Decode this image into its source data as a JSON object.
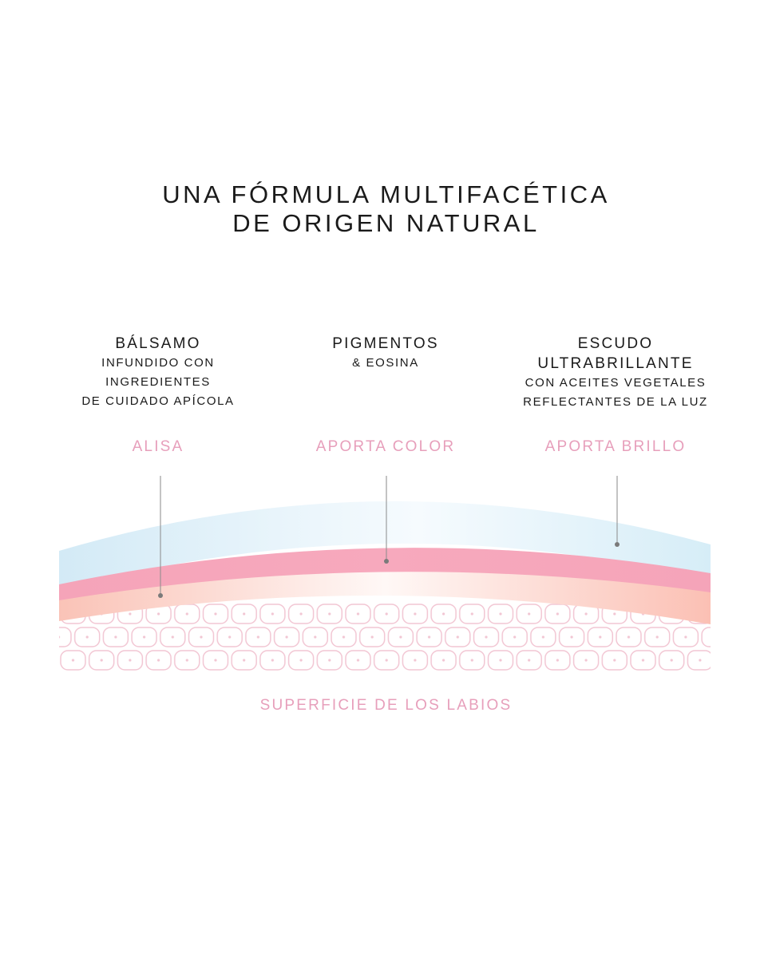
{
  "title": {
    "line1": "UNA FÓRMULA MULTIFACÉTICA",
    "line2": "DE ORIGEN NATURAL"
  },
  "columns": [
    {
      "heading": "BÁLSAMO",
      "sub": [
        "INFUNDIDO CON",
        "INGREDIENTES",
        "DE CUIDADO APÍCOLA"
      ],
      "benefit": "ALISA"
    },
    {
      "heading": "PIGMENTOS",
      "sub": [
        "& EOSINA"
      ],
      "benefit": "APORTA COLOR"
    },
    {
      "heading": "ESCUDO",
      "heading2": "ULTRABRILLANTE",
      "sub": [
        "CON ACEITES VEGETALES",
        "REFLECTANTES DE LA LUZ"
      ],
      "benefit": "APORTA BRILLO"
    }
  ],
  "footer": {
    "label": "SUPERFICIE DE LOS LABIOS"
  },
  "colors": {
    "shield": "#d6ecf6",
    "pigment": "#f6a3b8",
    "balm": "#fbd3cc",
    "cells": "#f2c6d3",
    "accent_text": "#e79fbb",
    "leader": "#8a8a8a"
  }
}
